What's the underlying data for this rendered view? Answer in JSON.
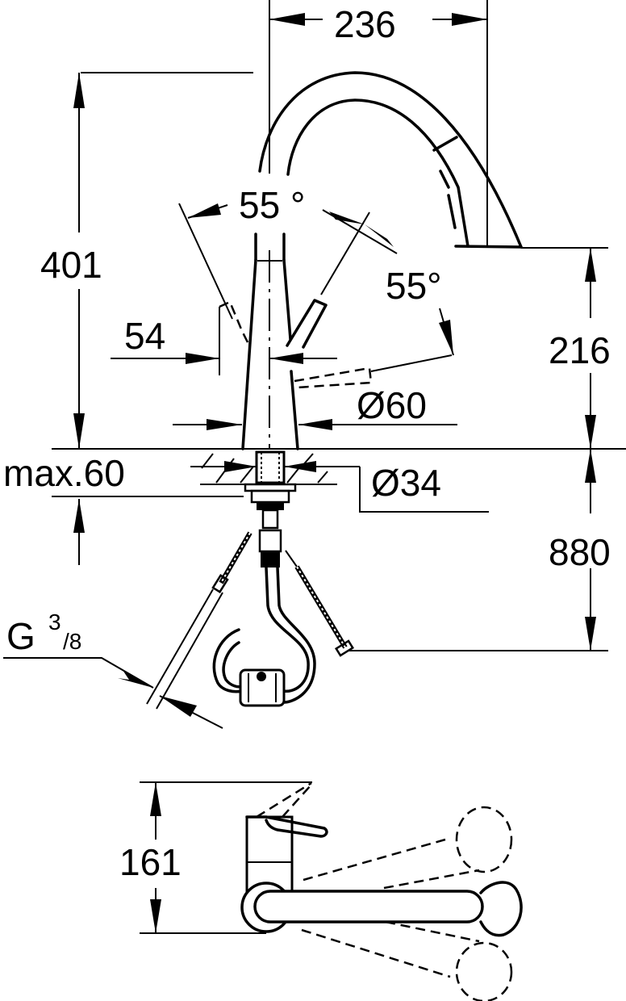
{
  "diagram": {
    "type": "technical-dimension-drawing",
    "subject": "pull-out kitchen faucet",
    "line_color": "#000000",
    "background": "#ffffff",
    "dimensions": {
      "spout_reach": "236",
      "total_height": "401",
      "lever_angle_front": "55 °",
      "lever_angle_side": "55°",
      "lever_offset": "54",
      "spout_outlet_height": "216",
      "base_diameter": "Ø60",
      "deck_thickness": "max.60",
      "hole_diameter": "Ø34",
      "hose_length": "880",
      "connection_thread_main": "G",
      "connection_thread_num": "3",
      "connection_thread_den": "/8",
      "top_view_height": "161"
    }
  }
}
